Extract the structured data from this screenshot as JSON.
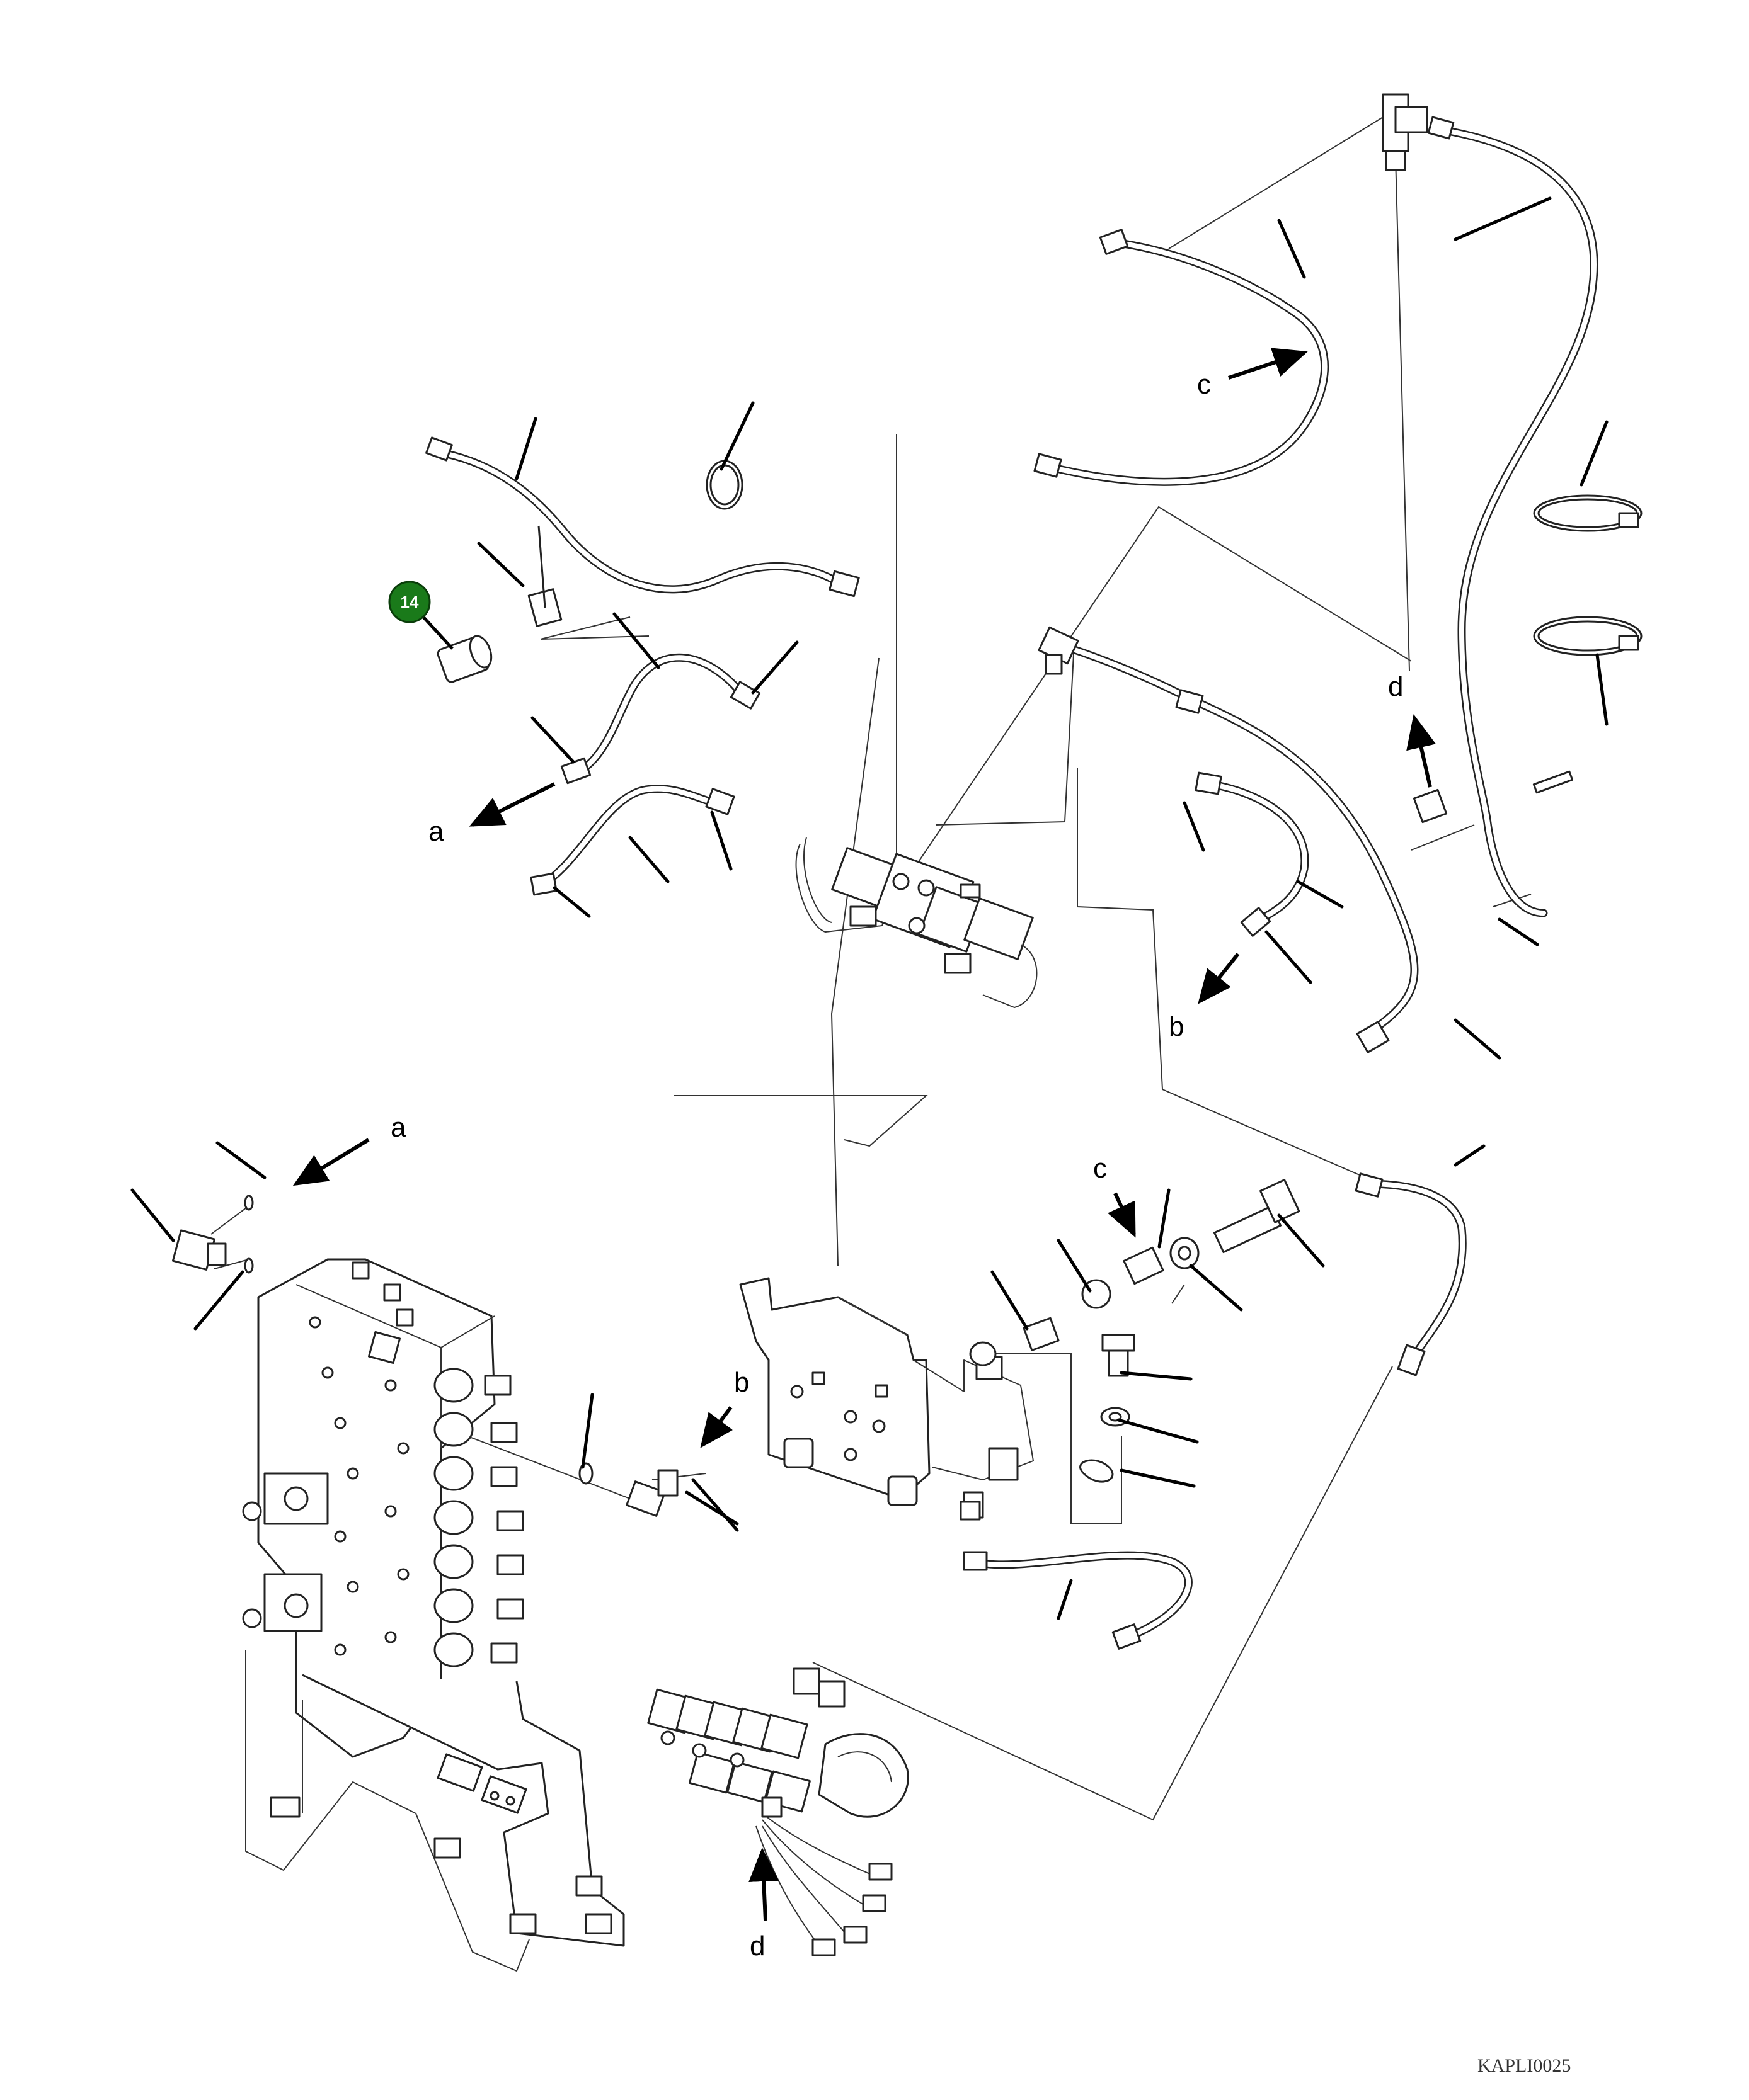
{
  "diagram": {
    "callout": {
      "number": "14",
      "color": "#1a7a1a"
    },
    "ref_letters": {
      "a": "a",
      "b": "b",
      "c": "c",
      "d": "d"
    },
    "drawing_code": "KAPLI0025"
  }
}
